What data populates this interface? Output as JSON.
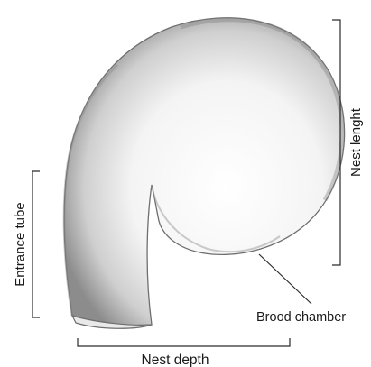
{
  "labels": {
    "entrance_tube": "Entrance tube",
    "nest_length": "Nest lenght",
    "brood_chamber": "Brood chamber",
    "nest_depth": "Nest depth"
  }
}
